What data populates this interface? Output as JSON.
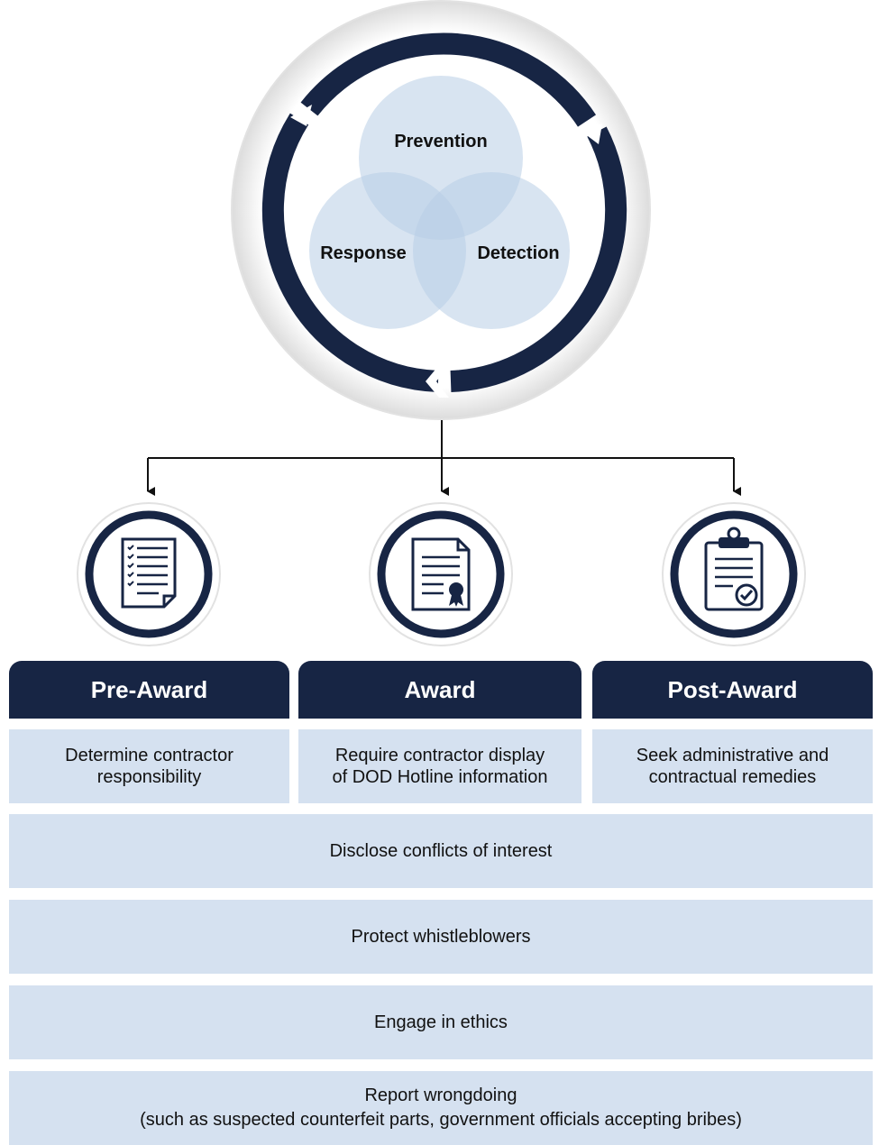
{
  "cycle": {
    "prevention": "Prevention",
    "detection": "Detection",
    "response": "Response"
  },
  "phases": [
    {
      "title": "Pre-Award",
      "description": "Determine contractor\nresponsibility",
      "icon": "checklist-document-icon"
    },
    {
      "title": "Award",
      "description": "Require contractor display\nof DOD Hotline information",
      "icon": "certificate-document-icon"
    },
    {
      "title": "Post-Award",
      "description": "Seek administrative and\ncontractual remedies",
      "icon": "clipboard-check-icon"
    }
  ],
  "bands": [
    {
      "text": "Disclose conflicts of interest"
    },
    {
      "text": "Protect whistleblowers"
    },
    {
      "text": "Engage in ethics"
    },
    {
      "text": "Report wrongdoing",
      "subtext": "(such as suspected counterfeit parts, government officials accepting bribes)"
    }
  ],
  "colors": {
    "navy": "#172544",
    "light_blue": "#d5e1f0",
    "venn_fill": "#b8cde6"
  }
}
